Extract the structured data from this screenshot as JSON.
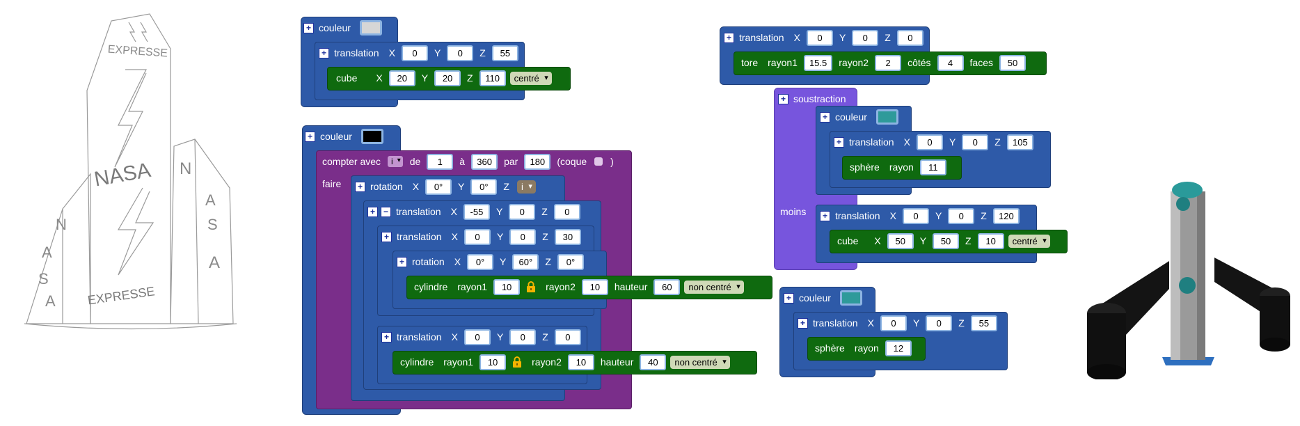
{
  "sketch": {
    "top_word": "EXPRESSE",
    "center_word": "NASA",
    "bottom_word": "EXPRESSE",
    "left_letters": [
      "N",
      "A",
      "S",
      "A"
    ],
    "right_letters": [
      "N",
      "A",
      "S",
      "A"
    ]
  },
  "colors": {
    "block_blue": "#2e5aa8",
    "block_green": "#0f6a0f",
    "block_purple": "#7a2e8a",
    "block_violet": "#7755dd",
    "swatch_gray": "#d6d6d6",
    "swatch_black": "#000000",
    "swatch_teal": "#2e9a9a"
  },
  "group1": {
    "couleur": "couleur",
    "translation": {
      "label": "translation",
      "x_label": "X",
      "x": "0",
      "y_label": "Y",
      "y": "0",
      "z_label": "Z",
      "z": "55"
    },
    "cube": {
      "label": "cube",
      "x_label": "X",
      "x": "20",
      "y_label": "Y",
      "y": "20",
      "z_label": "Z",
      "z": "110",
      "mode": "centré"
    }
  },
  "group2": {
    "couleur": "couleur",
    "loop": {
      "compter": "compter avec",
      "var": "i",
      "de": "de",
      "from": "1",
      "a": "à",
      "to": "360",
      "par": "par",
      "step": "180",
      "coque": "(coque",
      "close": ")",
      "faire": "faire"
    },
    "rotation_outer": {
      "label": "rotation",
      "x_label": "X",
      "x": "0°",
      "y_label": "Y",
      "y": "0°",
      "z_label": "Z",
      "z_var": "i"
    },
    "translation1": {
      "label": "translation",
      "x_label": "X",
      "x": "-55",
      "y_label": "Y",
      "y": "0",
      "z_label": "Z",
      "z": "0"
    },
    "translation2": {
      "label": "translation",
      "x_label": "X",
      "x": "0",
      "y_label": "Y",
      "y": "0",
      "z_label": "Z",
      "z": "30"
    },
    "rotation_inner": {
      "label": "rotation",
      "x_label": "X",
      "x": "0°",
      "y_label": "Y",
      "y": "60°",
      "z_label": "Z",
      "z": "0°"
    },
    "cylindre1": {
      "label": "cylindre",
      "r1_label": "rayon1",
      "r1": "10",
      "r2_label": "rayon2",
      "r2": "10",
      "h_label": "hauteur",
      "h": "60",
      "mode": "non centré"
    },
    "translation3": {
      "label": "translation",
      "x_label": "X",
      "x": "0",
      "y_label": "Y",
      "y": "0",
      "z_label": "Z",
      "z": "0"
    },
    "cylindre2": {
      "label": "cylindre",
      "r1_label": "rayon1",
      "r1": "10",
      "r2_label": "rayon2",
      "r2": "10",
      "h_label": "hauteur",
      "h": "40",
      "mode": "non centré"
    }
  },
  "group3": {
    "translation": {
      "label": "translation",
      "x_label": "X",
      "x": "0",
      "y_label": "Y",
      "y": "0",
      "z_label": "Z",
      "z": "0"
    },
    "tore": {
      "label": "tore",
      "r1_label": "rayon1",
      "r1": "15.5",
      "r2_label": "rayon2",
      "r2": "2",
      "cotes_label": "côtés",
      "cotes": "4",
      "faces_label": "faces",
      "faces": "50"
    }
  },
  "group4": {
    "soustraction": "soustraction",
    "moins": "moins",
    "couleur": "couleur",
    "translation1": {
      "label": "translation",
      "x_label": "X",
      "x": "0",
      "y_label": "Y",
      "y": "0",
      "z_label": "Z",
      "z": "105"
    },
    "sphere": {
      "label": "sphère",
      "r_label": "rayon",
      "r": "11"
    },
    "translation2": {
      "label": "translation",
      "x_label": "X",
      "x": "0",
      "y_label": "Y",
      "y": "0",
      "z_label": "Z",
      "z": "120"
    },
    "cube": {
      "label": "cube",
      "x_label": "X",
      "x": "50",
      "y_label": "Y",
      "y": "50",
      "z_label": "Z",
      "z": "10",
      "mode": "centré"
    }
  },
  "group5": {
    "couleur": "couleur",
    "translation": {
      "label": "translation",
      "x_label": "X",
      "x": "0",
      "y_label": "Y",
      "y": "0",
      "z_label": "Z",
      "z": "55"
    },
    "sphere": {
      "label": "sphère",
      "r_label": "rayon",
      "r": "12"
    }
  }
}
